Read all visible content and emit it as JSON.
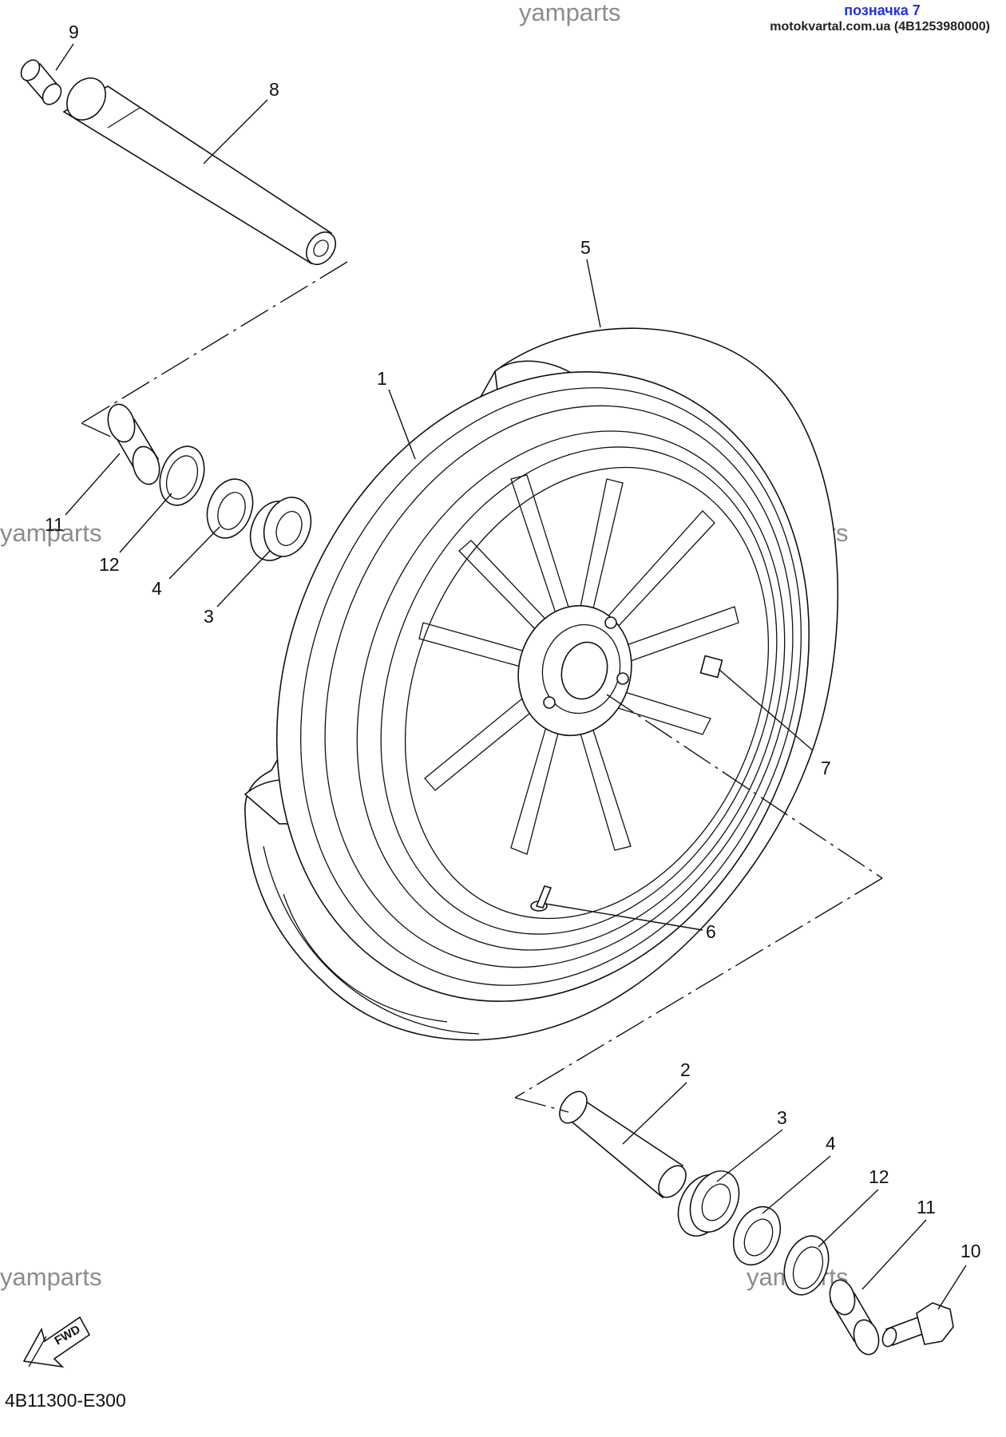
{
  "header": {
    "tag": "позначка 7",
    "source": "motokvartal.com.ua (4B1253980000)"
  },
  "diagram": {
    "code": "4B11300-E300",
    "fwd_label": "FWD",
    "watermark": "yamparts",
    "callouts": {
      "p1": "1",
      "p2": "2",
      "p3a": "3",
      "p3b": "3",
      "p4a": "4",
      "p4b": "4",
      "p5": "5",
      "p6": "6",
      "p7": "7",
      "p8": "8",
      "p9": "9",
      "p10": "10",
      "p11a": "11",
      "p11b": "11",
      "p12a": "12",
      "p12b": "12"
    }
  }
}
